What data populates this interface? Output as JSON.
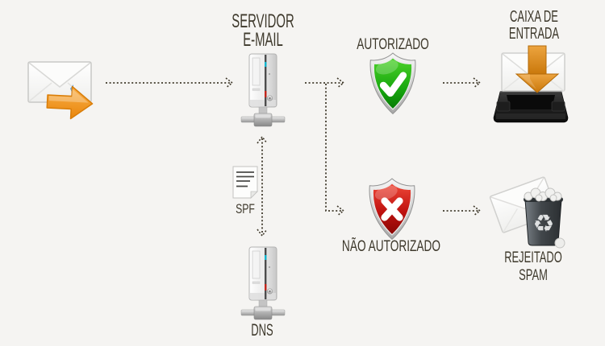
{
  "diagram_subject": "SPF e-mail authorization flow",
  "labels": {
    "mail_server": "SERVIDOR\nE-MAIL",
    "authorized": "AUTORIZADO",
    "inbox": "CAIXA DE\nENTRADA",
    "spf": "SPF",
    "dns": "DNS",
    "not_authorized": "NÃO AUTORIZADO",
    "rejected_spam": "REJEITADO\nSPAM"
  },
  "icons": {
    "outgoing_email": "email-send-icon",
    "mail_server": "server-icon",
    "spf_record": "document-icon",
    "dns_server": "server-icon",
    "authorized": "shield-check-icon",
    "not_authorized": "shield-cross-icon",
    "inbox": "inbox-tray-icon",
    "rejected_spam": "spam-trash-icon",
    "recycle_glyph": "♻"
  },
  "connections": [
    {
      "from": "outgoing-email",
      "to": "mail-server",
      "style": "dotted-arrow"
    },
    {
      "from": "mail-server",
      "to": "authorized",
      "style": "dotted-arrow"
    },
    {
      "from": "mail-server",
      "to": "not-authorized",
      "style": "dotted-arrow"
    },
    {
      "from": "mail-server",
      "to": "dns-server",
      "via": "spf-record",
      "style": "dotted-arrow",
      "bidirectional": true
    },
    {
      "from": "authorized",
      "to": "inbox",
      "style": "dotted-arrow"
    },
    {
      "from": "not-authorized",
      "to": "rejected-spam",
      "style": "dotted-arrow"
    }
  ],
  "colors": {
    "background": "#f5f4f2",
    "text": "#3d382b",
    "connector": "#403a2c",
    "accent_orange": "#ee8c10",
    "status_green": "#17a70e",
    "status_red": "#bf1210",
    "silver": "#bdbdbd",
    "tray_black": "#141414",
    "can_gray": "#41464a"
  }
}
